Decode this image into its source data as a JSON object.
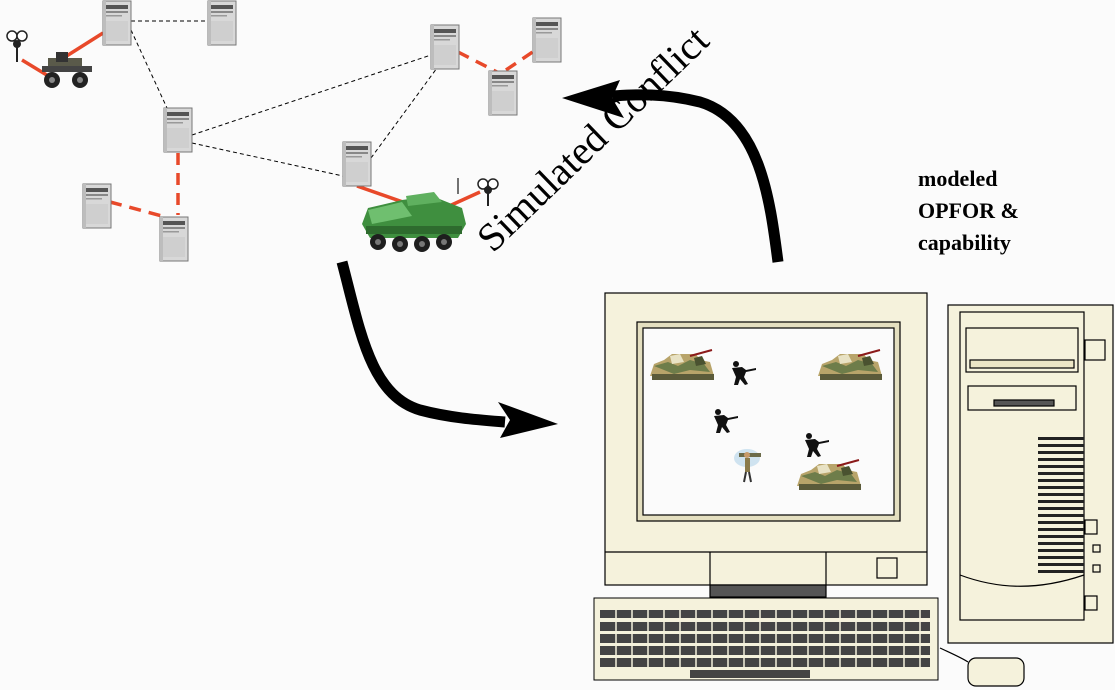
{
  "diagram": {
    "arrow_label": "Simulated Conflict",
    "side_note_lines": [
      "modeled",
      "OPFOR &",
      "capability"
    ]
  },
  "colors": {
    "network_link_dashed": "#000000",
    "radio_link": "#e8492a",
    "server": "#d8d8d8",
    "computer_case": "#f5f2dc",
    "screen_bg": "#fbfbfb",
    "wheeled_vehicle": "#3f8f3f"
  }
}
